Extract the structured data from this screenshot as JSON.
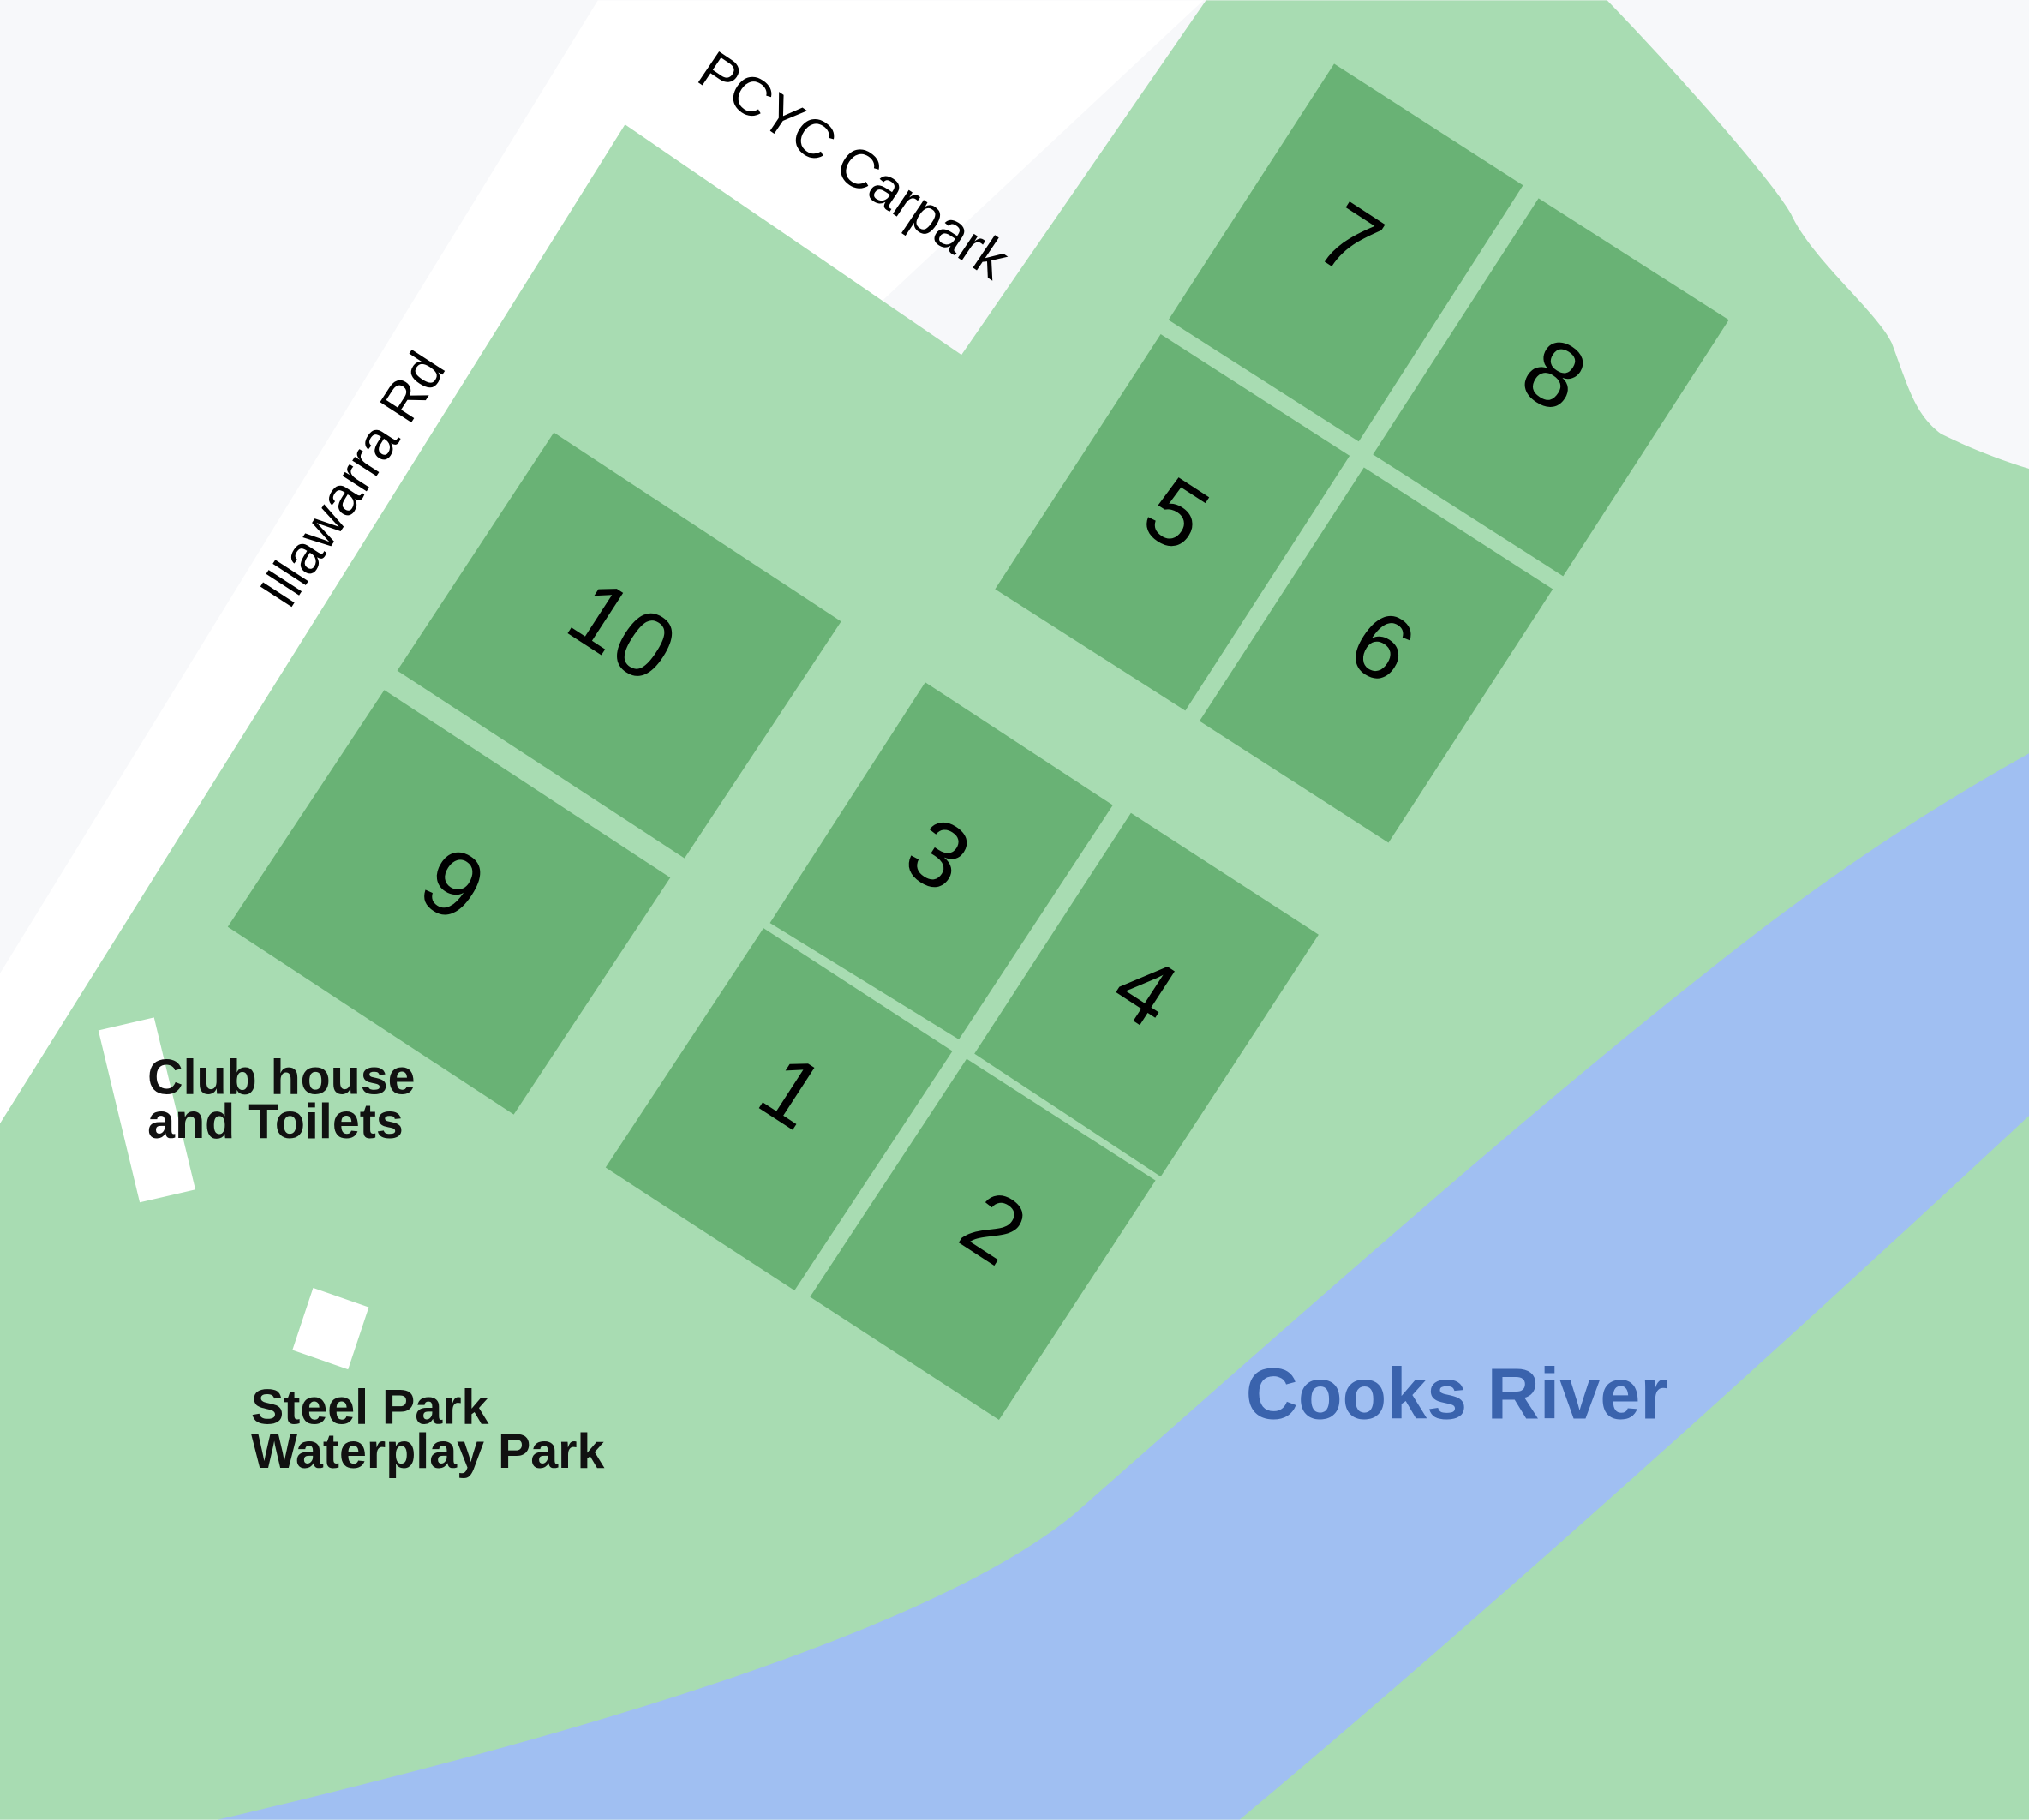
{
  "colors": {
    "background": "#f7f8fa",
    "park": "#a8dcb2",
    "field": "#69b275",
    "river": "#a0bff2",
    "river_label": "#3a63ad",
    "road": "#ffffff",
    "building": "#ffffff"
  },
  "roads": {
    "illawarra": "Illawarra Rd",
    "carpark": "PCYC Carpark"
  },
  "places": {
    "clubhouse_line1": "Club house",
    "clubhouse_line2": "and Toilets",
    "waterplay_line1": "Steel Park",
    "waterplay_line2": "Waterplay Park"
  },
  "river": {
    "name": "Cooks River"
  },
  "fields": [
    {
      "number": "1"
    },
    {
      "number": "2"
    },
    {
      "number": "3"
    },
    {
      "number": "4"
    },
    {
      "number": "5"
    },
    {
      "number": "6"
    },
    {
      "number": "7"
    },
    {
      "number": "8"
    },
    {
      "number": "9"
    },
    {
      "number": "10"
    }
  ]
}
